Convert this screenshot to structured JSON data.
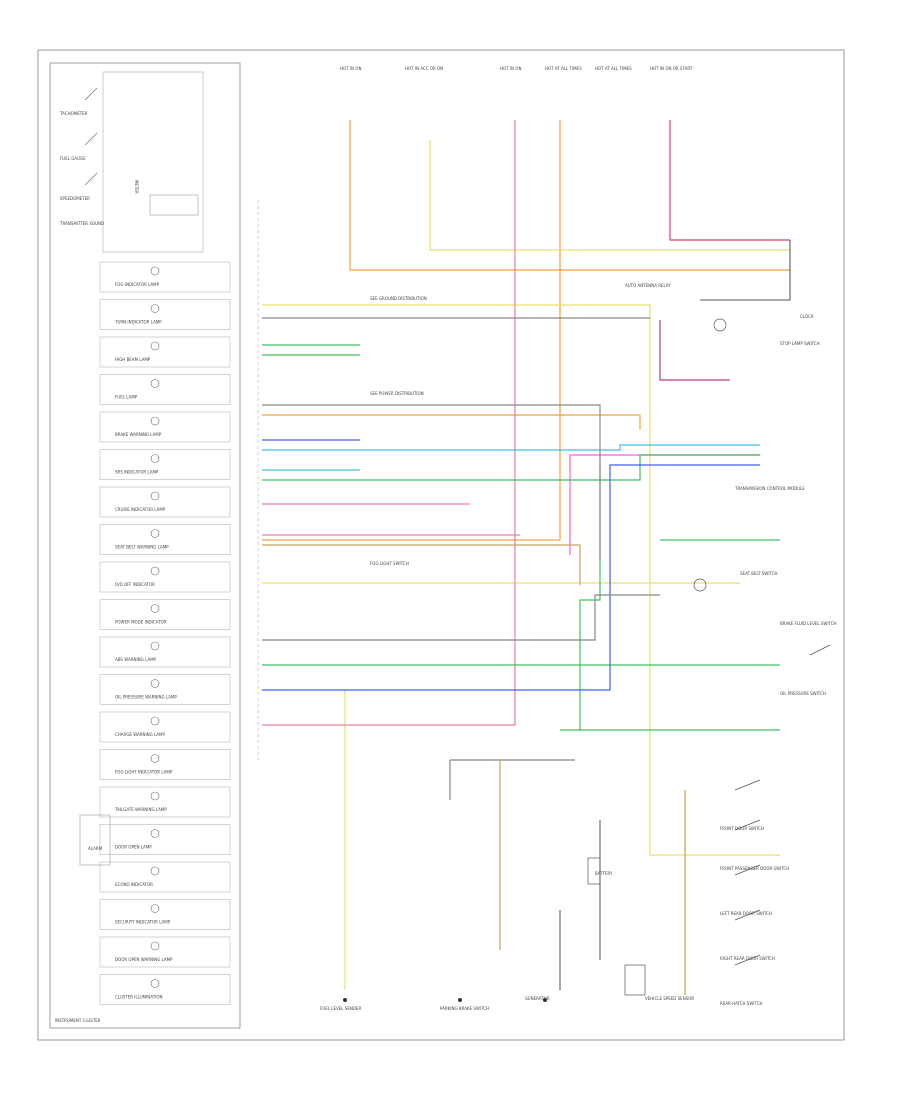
{
  "cluster": {
    "title": "INSTRUMENT CLUSTER",
    "gauges": [
      "TACHOMETER",
      "FUEL GAUGE",
      "SPEEDOMETER"
    ],
    "meter_label": "METER",
    "alarm_label": "ALARM",
    "transmitter_label": "TRANSMITTER SOUND",
    "lamps": [
      "FOG INDICATOR LAMP",
      "TURN INDICATOR LAMP",
      "HIGH BEAM LAMP",
      "FUEL LAMP",
      "BRAKE WARNING LAMP",
      "SRS INDICATOR LAMP",
      "CRUISE INDICATOR LAMP",
      "SEAT BELT WARNING LAMP",
      "O/D OFF INDICATOR",
      "POWER MODE INDICATOR",
      "ABS WARNING LAMP",
      "OIL PRESSURE WARNING LAMP",
      "CHARGE WARNING LAMP",
      "FOG LIGHT INDICATOR LAMP",
      "TAILGATE WARNING LAMP",
      "DOOR OPEN LAMP",
      "ECONO INDICATOR",
      "SECURITY INDICATOR LAMP",
      "DOOR OPEN WARNING LAMP",
      "CLUSTER ILLUMINATION"
    ]
  },
  "fuses": [
    "HOT IN ON",
    "HOT IN ACC OR ON",
    "HOT IN ON",
    "HOT AT ALL TIMES",
    "HOT AT ALL TIMES",
    "HOT IN ON OR START"
  ],
  "right_components": [
    "CLOCK",
    "STOP LAMP SWITCH",
    "TRANSMISSION CONTROL MODULE",
    "SEAT BELT SWITCH",
    "BRAKE FLUID LEVEL SWITCH",
    "OIL PRESSURE SWITCH",
    "FRONT DOOR SWITCH",
    "FRONT PASSENGER DOOR SWITCH",
    "LEFT REAR DOOR SWITCH",
    "RIGHT REAR DOOR SWITCH",
    "REAR HATCH SWITCH"
  ],
  "bottom_components": [
    "FUEL LEVEL SENDER",
    "PARKING BRAKE SWITCH",
    "GENERATOR",
    "BATTERY",
    "VEHICLE SPEED SENSOR"
  ],
  "notes": [
    "SEE GROUND DISTRIBUTION",
    "SEE POWER DISTRIBUTION",
    "AUTO ANTENNA RELAY",
    "FOG LIGHT SWITCH"
  ]
}
